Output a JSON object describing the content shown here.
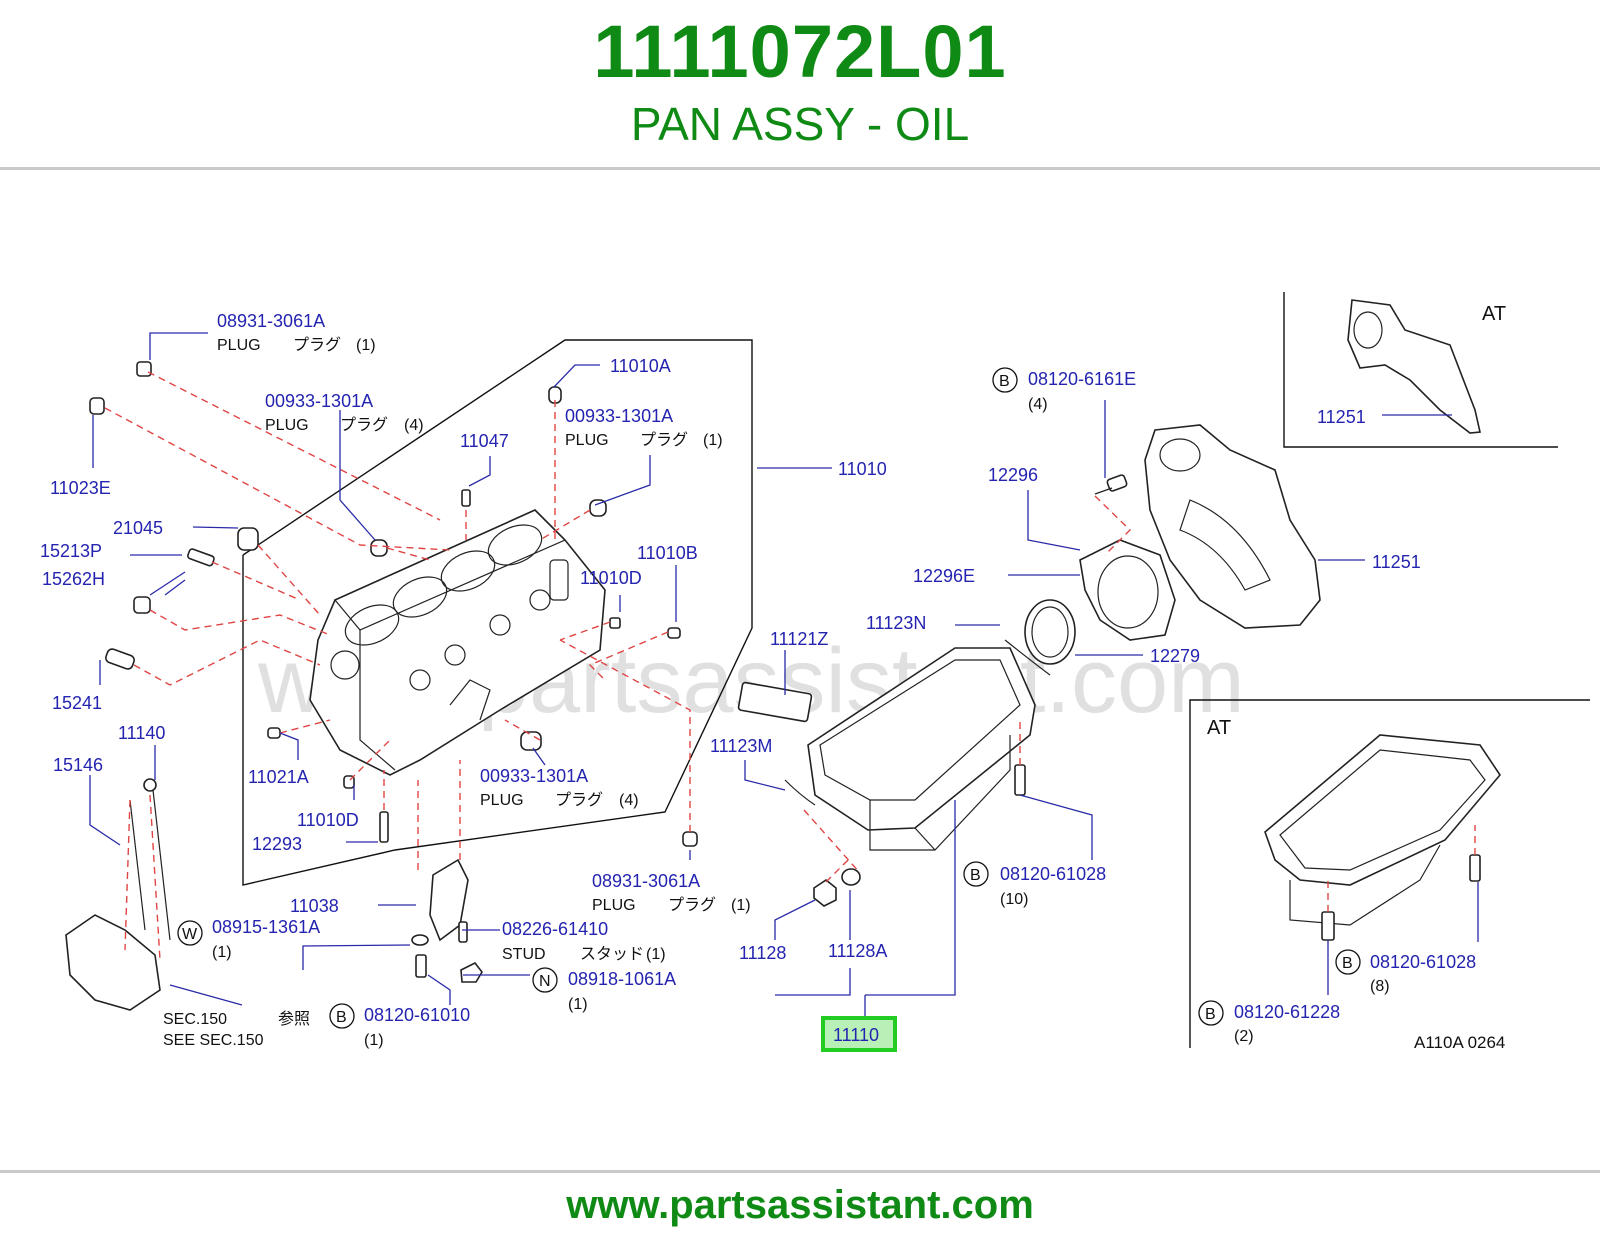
{
  "header": {
    "part_number": "1111072L01",
    "part_name": "PAN ASSY - OIL"
  },
  "footer": {
    "url": "www.partsassistant.com"
  },
  "watermark": "www.partsassistant.com",
  "colors": {
    "title_green": "#0f8a14",
    "label_blue": "#2424b0",
    "highlight_box": "#22cc22",
    "highlight_fill": "#b8f0b8",
    "dashed_line": "#e04545"
  },
  "diagram": {
    "labels": {
      "p_08931_3061A_top": "08931-3061A",
      "p_08931_3061A_top_desc": "PLUG",
      "p_08931_3061A_top_jp": "プラグ",
      "p_08931_3061A_top_qty": "(1)",
      "p_00933_1301A_left": "00933-1301A",
      "p_00933_1301A_left_desc": "PLUG",
      "p_00933_1301A_left_jp": "プラグ",
      "p_00933_1301A_left_qty": "(4)",
      "p_11010A": "11010A",
      "p_00933_1301A_right": "00933-1301A",
      "p_00933_1301A_right_desc": "PLUG",
      "p_00933_1301A_right_jp": "プラグ",
      "p_00933_1301A_right_qty": "(1)",
      "p_11047": "11047",
      "p_11010": "11010",
      "p_11023E": "11023E",
      "p_21045": "21045",
      "p_15213P": "15213P",
      "p_15262H": "15262H",
      "p_11010B": "11010B",
      "p_11010D_top": "11010D",
      "p_15241": "15241",
      "p_11140": "11140",
      "p_15146": "15146",
      "p_11021A": "11021A",
      "p_00933_1301A_bottom": "00933-1301A",
      "p_00933_1301A_bottom_desc": "PLUG",
      "p_00933_1301A_bottom_jp": "プラグ",
      "p_00933_1301A_bottom_qty": "(4)",
      "p_11010D_bottom": "11010D",
      "p_12293": "12293",
      "p_08931_3061A_bottom": "08931-3061A",
      "p_08931_3061A_bottom_desc": "PLUG",
      "p_08931_3061A_bottom_jp": "プラグ",
      "p_08931_3061A_bottom_qty": "(1)",
      "p_11038": "11038",
      "p_08915_1361A": "08915-1361A",
      "p_08915_1361A_qty": "(1)",
      "badge_W": "W",
      "p_08226_61410": "08226-61410",
      "p_08226_61410_desc": "STUD",
      "p_08226_61410_jp": "スタッド",
      "p_08226_61410_qty": "(1)",
      "badge_N": "N",
      "p_08918_1061A": "08918-1061A",
      "p_08918_1061A_qty": "(1)",
      "sec150_line1": "SEC.150",
      "sec150_jp": "参照",
      "sec150_line2": "SEE   SEC.150",
      "badge_B_61010": "B",
      "p_08120_61010": "08120-61010",
      "p_08120_61010_qty": "(1)",
      "badge_B_6161E": "B",
      "p_08120_6161E": "08120-6161E",
      "p_08120_6161E_qty": "(4)",
      "p_12296": "12296",
      "p_12296E": "12296E",
      "p_11251_main": "11251",
      "p_11123N": "11123N",
      "p_12279": "12279",
      "p_11121Z": "11121Z",
      "p_11123M": "11123M",
      "badge_B_61028": "B",
      "p_08120_61028": "08120-61028",
      "p_08120_61028_qty": "(10)",
      "p_11128": "11128",
      "p_11128A": "11128A",
      "p_11110": "11110",
      "at_top": "AT",
      "p_11251_at": "11251",
      "at_bottom": "AT",
      "badge_B_61028_at": "B",
      "p_08120_61028_at": "08120-61028",
      "p_08120_61028_at_qty": "(8)",
      "badge_B_61228": "B",
      "p_08120_61228": "08120-61228",
      "p_08120_61228_qty": "(2)",
      "figure_code": "A110A   0264"
    }
  }
}
